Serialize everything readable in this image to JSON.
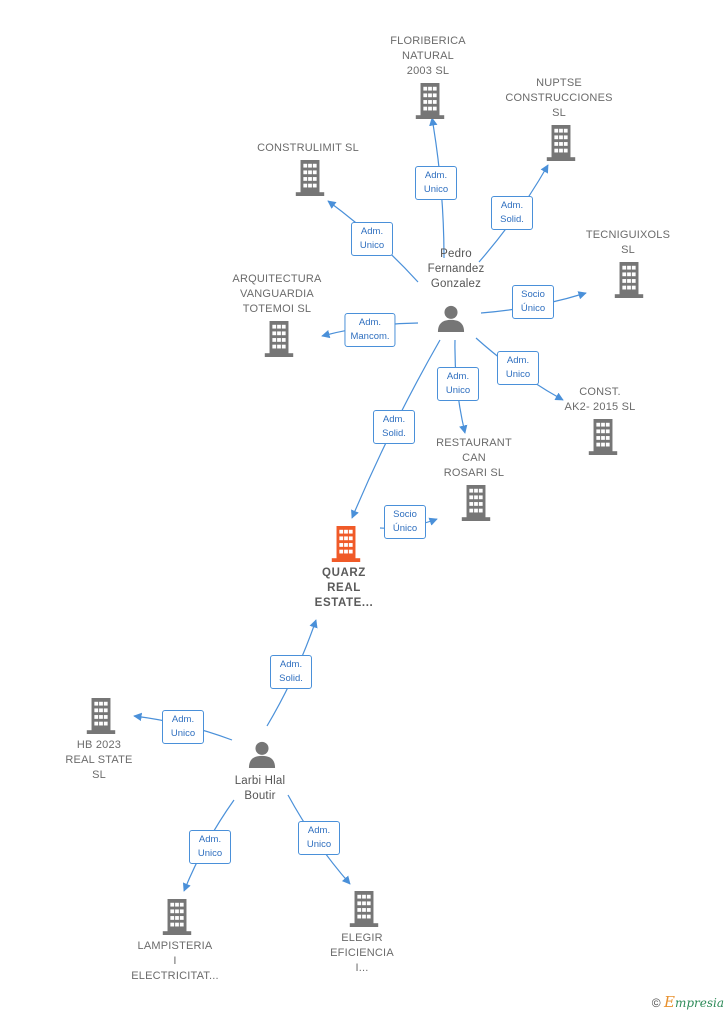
{
  "colors": {
    "edge": "#4a90d9",
    "company": "#767676",
    "focus": "#f05a28",
    "person": "#767676"
  },
  "nodes": [
    {
      "id": "floriberica",
      "type": "company",
      "label": "FLORIBERICA\nNATURAL\n2003  SL"
    },
    {
      "id": "nuptse",
      "type": "company",
      "label": "NUPTSE\nCONSTRUCCIONES\nSL"
    },
    {
      "id": "construlimit",
      "type": "company",
      "label": "CONSTRULIMIT SL"
    },
    {
      "id": "tecniguixols",
      "type": "company",
      "label": "TECNIGUIXOLS\nSL"
    },
    {
      "id": "arquitectura",
      "type": "company",
      "label": "ARQUITECTURA\nVANGUARDIA\nTOTEMOI  SL"
    },
    {
      "id": "pedro",
      "type": "person",
      "label": "Pedro\nFernandez\nGonzalez"
    },
    {
      "id": "const_ak2",
      "type": "company",
      "label": "CONST.\nAK2- 2015  SL"
    },
    {
      "id": "restaurant",
      "type": "company",
      "label": "RESTAURANT\nCAN\nROSARI  SL"
    },
    {
      "id": "quarz",
      "type": "focus",
      "label": "QUARZ\nREAL\nESTATE..."
    },
    {
      "id": "hb2023",
      "type": "company",
      "label": "HB 2023\nREAL STATE\nSL"
    },
    {
      "id": "larbi",
      "type": "person",
      "label": "Larbi Hlal\nBoutir"
    },
    {
      "id": "lampisteria",
      "type": "company",
      "label": "LAMPISTERIA\nI\nELECTRICITAT..."
    },
    {
      "id": "elegir",
      "type": "company",
      "label": "ELEGIR\nEFICIENCIA\nI..."
    }
  ],
  "edges": [
    {
      "from": "pedro",
      "to": "floriberica",
      "label": "Adm.\nUnico"
    },
    {
      "from": "pedro",
      "to": "nuptse",
      "label": "Adm.\nSolid."
    },
    {
      "from": "pedro",
      "to": "construlimit",
      "label": "Adm.\nUnico"
    },
    {
      "from": "pedro",
      "to": "tecniguixols",
      "label": "Socio\nÚnico"
    },
    {
      "from": "pedro",
      "to": "arquitectura",
      "label": "Adm.\nMancom."
    },
    {
      "from": "pedro",
      "to": "const_ak2",
      "label": "Adm.\nUnico"
    },
    {
      "from": "pedro",
      "to": "restaurant",
      "label": "Adm.\nUnico"
    },
    {
      "from": "pedro",
      "to": "quarz",
      "label": "Adm.\nSolid."
    },
    {
      "from": "quarz",
      "to": "restaurant",
      "label": "Socio\nÚnico"
    },
    {
      "from": "larbi",
      "to": "quarz",
      "label": "Adm.\nSolid."
    },
    {
      "from": "larbi",
      "to": "hb2023",
      "label": "Adm.\nUnico"
    },
    {
      "from": "larbi",
      "to": "lampisteria",
      "label": "Adm.\nUnico"
    },
    {
      "from": "larbi",
      "to": "elegir",
      "label": "Adm.\nUnico"
    }
  ],
  "footer": {
    "copyright": "©",
    "brand_initial": "E",
    "brand_rest": "mpresia"
  }
}
